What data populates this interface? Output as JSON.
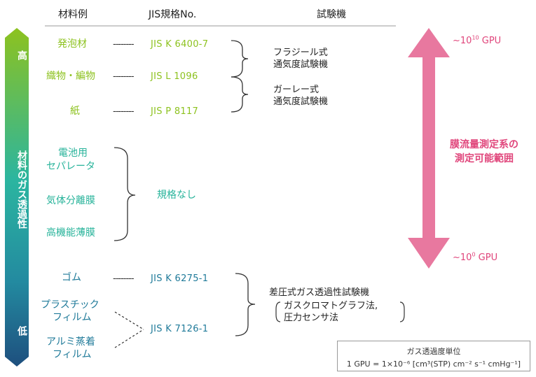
{
  "header": {
    "material_example": "材料例",
    "jis_standard": "JIS規格No.",
    "tester": "試験機"
  },
  "axis": {
    "high": "高",
    "title": "材料のガス透過性",
    "low": "低"
  },
  "materials": {
    "foam": "発泡材",
    "woven": "織物・編物",
    "paper": "紙",
    "battery_separator_line1": "電池用",
    "battery_separator_line2": "セパレータ",
    "gas_separation": "気体分離膜",
    "high_function": "高機能薄膜",
    "rubber": "ゴム",
    "plastic_film_line1": "プラスチック",
    "plastic_film_line2": "フィルム",
    "aluminum_film_line1": "アルミ蒸着",
    "aluminum_film_line2": "フィルム"
  },
  "connectors": {
    "dashes": "--------"
  },
  "jis": {
    "foam": "JIS K 6400-7",
    "woven": "JIS L 1096",
    "paper": "JIS P 8117",
    "none": "規格なし",
    "rubber": "JIS K 6275-1",
    "film": "JIS K 7126-1"
  },
  "testers": {
    "frazier_line1": "フラジール式",
    "frazier_line2": "通気度試験機",
    "gurley_line1": "ガーレー式",
    "gurley_line2": "通気度試験機",
    "diff_pressure": "差圧式ガス透過性試験機",
    "diff_methods_line1": "ガスクロマトグラフ法,",
    "diff_methods_line2": "圧力センサ法"
  },
  "range": {
    "top_prefix": "~10",
    "top_exp": "10",
    "top_unit": " GPU",
    "bottom_prefix": "~10",
    "bottom_exp": "0",
    "bottom_unit": " GPU",
    "label_line1": "膜流量測定系の",
    "label_line2": "測定可能範囲"
  },
  "unit_box": {
    "title": "ガス透過度単位",
    "definition": "1 GPU = 1×10⁻⁶ [cm³(STP) cm⁻² s⁻¹ cmHg⁻¹]"
  },
  "colors": {
    "green_light": "#8dc21f",
    "teal": "#27b39a",
    "blue": "#1f7a99",
    "pink": "#e0457b"
  }
}
